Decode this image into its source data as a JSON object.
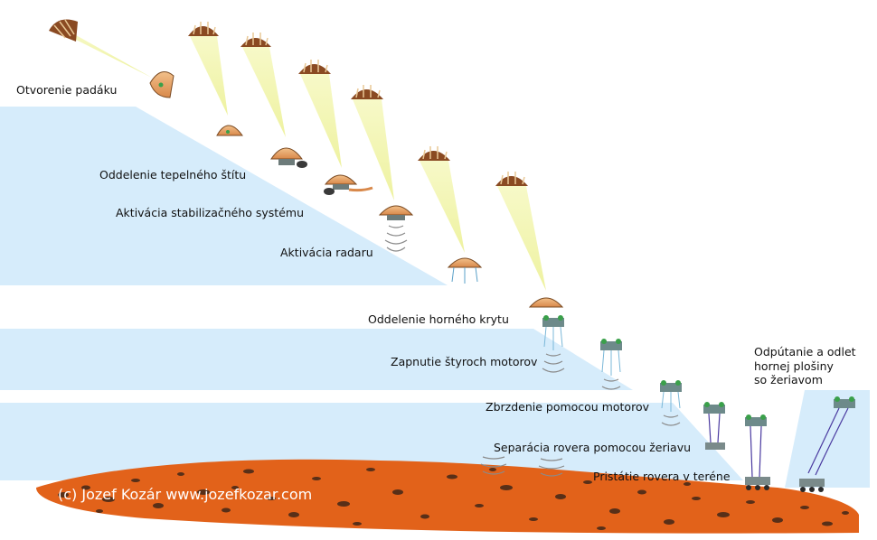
{
  "steps": [
    {
      "label": "Otvorenie padáku"
    },
    {
      "label": "Oddelenie tepelného štítu"
    },
    {
      "label": "Aktivácia stabilizačného systému"
    },
    {
      "label": "Aktivácia radaru"
    },
    {
      "label": "Oddelenie horného krytu"
    },
    {
      "label": "Zapnutie štyroch motorov"
    },
    {
      "label": "Zbrzdenie pomocou motorov"
    },
    {
      "label": "Separácia rovera pomocou žeriavu"
    },
    {
      "label": "Pristátie rovera v teréne"
    },
    {
      "lines": [
        "Odpútanie a odlet",
        "hornej plošiny",
        "so žeriavom"
      ]
    }
  ],
  "copyright": "(c) Jozef Kozár www.jozefkozar.com",
  "colors": {
    "sky_band": "#d6ecfb",
    "ground": "#e2621a",
    "ground_dark": "#4a2a18",
    "parachute_cone": "#f3f5b0",
    "parachute_canopy": "#8a4a22",
    "aeroshell": "#e8a468"
  }
}
